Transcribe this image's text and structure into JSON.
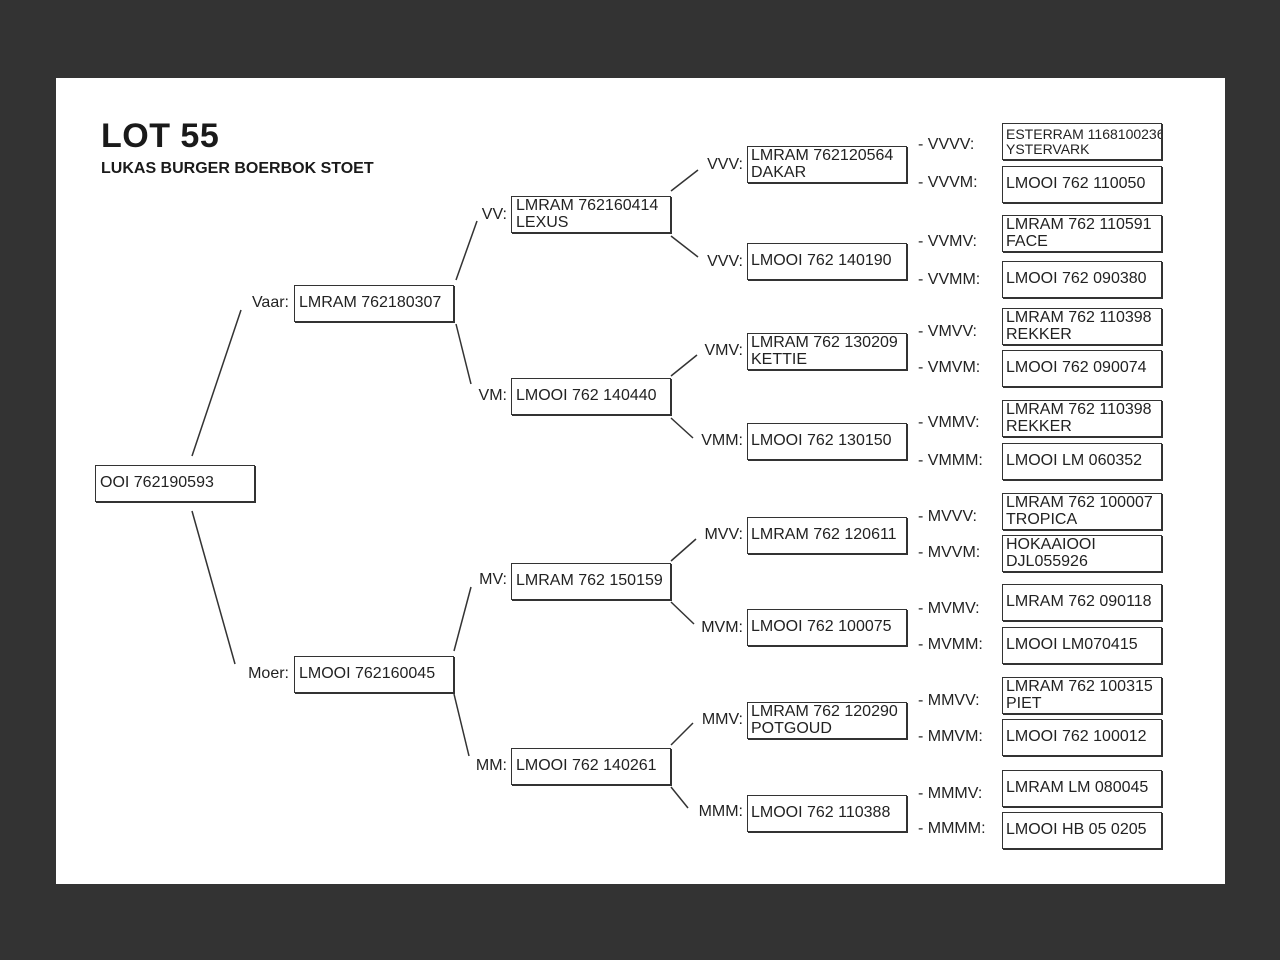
{
  "header": {
    "title": "LOT 55",
    "subtitle": "LUKAS BURGER BOERBOK STOET"
  },
  "pedigree": {
    "animal": {
      "id": "OOI 762190593"
    },
    "sire": {
      "label": "Vaar:",
      "id": "LMRAM 762180307"
    },
    "dam": {
      "label": "Moer:",
      "id": "LMOOI 762160045"
    },
    "vv": {
      "label": "VV:",
      "id": "LMRAM 762160414",
      "name": "LEXUS"
    },
    "vm": {
      "label": "VM:",
      "id": "LMOOI 762 140440"
    },
    "mv": {
      "label": "MV:",
      "id": "LMRAM 762 150159"
    },
    "mm": {
      "label": "MM:",
      "id": "LMOOI 762 140261"
    },
    "vvv": {
      "label": "VVV:",
      "id": "LMRAM 762120564",
      "name": "DAKAR"
    },
    "vvm": {
      "label": "VVV:",
      "id": "LMOOI 762 140190"
    },
    "vmv": {
      "label": "VMV:",
      "id": "LMRAM 762 130209",
      "name": "KETTIE"
    },
    "vmm": {
      "label": "VMM:",
      "id": "LMOOI 762 130150"
    },
    "mvv": {
      "label": "MVV:",
      "id": "LMRAM 762 120611"
    },
    "mvm": {
      "label": "MVM:",
      "id": "LMOOI 762 100075"
    },
    "mmv": {
      "label": "MMV:",
      "id": "LMRAM 762 120290",
      "name": "POTGOUD"
    },
    "mmm": {
      "label": "MMM:",
      "id": "LMOOI 762 110388"
    },
    "vvvv": {
      "label": "- VVVV:",
      "id": "ESTERRAM 1168100236",
      "name": "YSTERVARK"
    },
    "vvvm": {
      "label": "- VVVM:",
      "id": "LMOOI 762 110050"
    },
    "vvmv": {
      "label": "- VVMV:",
      "id": "LMRAM 762 110591",
      "name": "FACE"
    },
    "vvmm": {
      "label": "- VVMM:",
      "id": "LMOOI 762 090380"
    },
    "vmvv": {
      "label": "- VMVV:",
      "id": "LMRAM 762 110398",
      "name": "REKKER"
    },
    "vmvm": {
      "label": "- VMVM:",
      "id": "LMOOI 762 090074"
    },
    "vmmv": {
      "label": "- VMMV:",
      "id": "LMRAM 762 110398",
      "name": "REKKER"
    },
    "vmmm": {
      "label": "- VMMM:",
      "id": "LMOOI LM 060352"
    },
    "mvvv": {
      "label": "- MVVV:",
      "id": "LMRAM 762 100007",
      "name": "TROPICA"
    },
    "mvvm": {
      "label": "- MVVM:",
      "id": "HOKAAIOOI",
      "name": "DJL055926"
    },
    "mvmv": {
      "label": "- MVMV:",
      "id": "LMRAM 762 090118"
    },
    "mvmm": {
      "label": "- MVMM:",
      "id": "LMOOI LM070415"
    },
    "mmvv": {
      "label": "- MMVV:",
      "id": "LMRAM 762 100315",
      "name": "PIET"
    },
    "mmvm": {
      "label": "- MMVM:",
      "id": "LMOOI 762 100012"
    },
    "mmmv": {
      "label": "- MMMV:",
      "id": "LMRAM LM 080045"
    },
    "mmmm": {
      "label": "- MMMM:",
      "id": "LMOOI HB 05 0205"
    }
  }
}
